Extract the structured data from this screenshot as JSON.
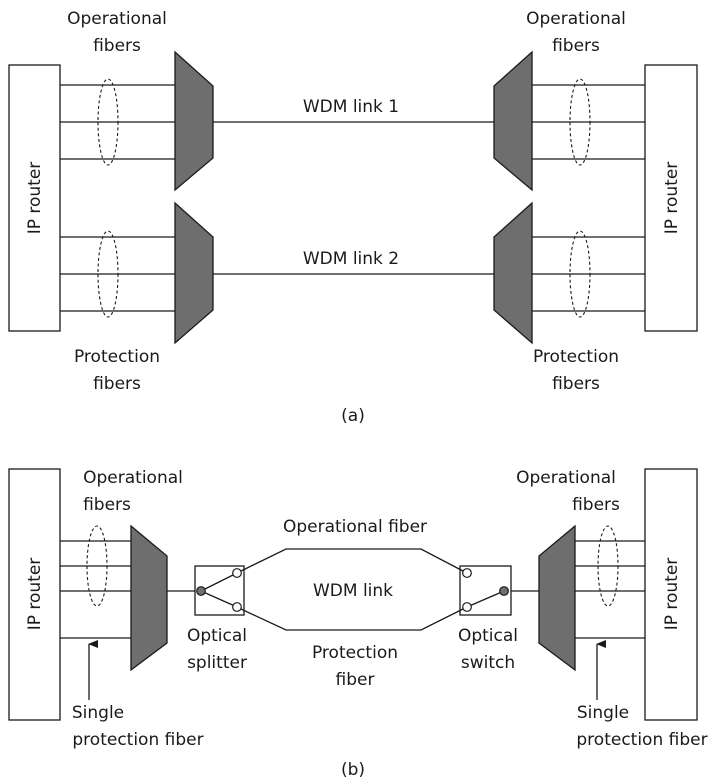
{
  "diagram_a": {
    "left_router_label": "IP router",
    "right_router_label": "IP router",
    "top_left_label_line1": "Operational",
    "top_left_label_line2": "fibers",
    "top_right_label_line1": "Operational",
    "top_right_label_line2": "fibers",
    "link1_label": "WDM link 1",
    "link2_label": "WDM link 2",
    "bottom_left_label_line1": "Protection",
    "bottom_left_label_line2": "fibers",
    "bottom_right_label_line1": "Protection",
    "bottom_right_label_line2": "fibers",
    "caption": "(a)"
  },
  "diagram_b": {
    "left_router_label": "IP router",
    "right_router_label": "IP router",
    "top_left_label_line1": "Operational",
    "top_left_label_line2": "fibers",
    "top_right_label_line1": "Operational",
    "top_right_label_line2": "fibers",
    "operational_fiber_label": "Operational fiber",
    "wdm_link_label": "WDM link",
    "protection_fiber_line1": "Protection",
    "protection_fiber_line2": "fiber",
    "splitter_line1": "Optical",
    "splitter_line2": "splitter",
    "switch_line1": "Optical",
    "switch_line2": "switch",
    "single_left_line1": "Single",
    "single_left_line2": "protection fiber",
    "single_right_line1": "Single",
    "single_right_line2": "protection fiber",
    "caption": "(b)"
  }
}
